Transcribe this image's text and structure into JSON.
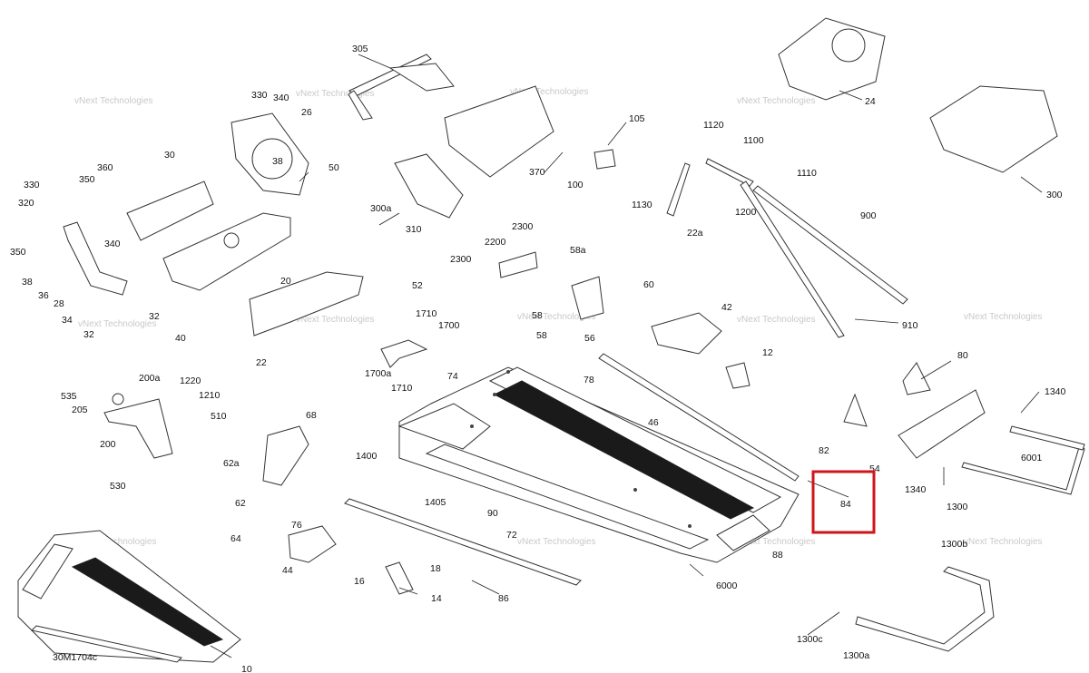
{
  "diagram_code": "30M1704c",
  "watermark": "vNext Technologies",
  "highlight_color": "#d0141b",
  "highlighted_part": "84",
  "labels": {
    "l305": "305",
    "l330a": "330",
    "l340a": "340",
    "l26": "26",
    "l38a": "38",
    "l50": "50",
    "l300a": "300a",
    "l310": "310",
    "l370": "370",
    "l105": "105",
    "l100": "100",
    "l24": "24",
    "l300": "300",
    "l1120": "1120",
    "l1100": "1100",
    "l1130": "1130",
    "l1110": "1110",
    "l1200": "1200",
    "l22a": "22a",
    "l900": "900",
    "l910": "910",
    "l30": "30",
    "l360": "360",
    "l350a": "350",
    "l330b": "330",
    "l320": "320",
    "l340b": "340",
    "l350b": "350",
    "l38b": "38",
    "l36": "36",
    "l28": "28",
    "l34": "34",
    "l32a": "32",
    "l32b": "32",
    "l40": "40",
    "l20": "20",
    "l52": "52",
    "l22": "22",
    "l2300a": "2300",
    "l2200": "2200",
    "l2300b": "2300",
    "l58a": "58a",
    "l60": "60",
    "l58b": "58",
    "l58c": "58",
    "l56": "56",
    "l42": "42",
    "l12": "12",
    "l1710a": "1710",
    "l1700": "1700",
    "l1700a": "1700a",
    "l1710b": "1710",
    "l535": "535",
    "l200a": "200a",
    "l1220": "1220",
    "l205": "205",
    "l1210": "1210",
    "l510": "510",
    "l200": "200",
    "l530": "530",
    "l68": "68",
    "l62a": "62a",
    "l62": "62",
    "l64": "64",
    "l74": "74",
    "l78": "78",
    "l46": "46",
    "l80": "80",
    "l82": "82",
    "l54": "54",
    "l1340a": "1340",
    "l1340b": "1340",
    "l6001": "6001",
    "l1300": "1300",
    "l84": "84",
    "l1400": "1400",
    "l1405": "1405",
    "l90": "90",
    "l72": "72",
    "l76": "76",
    "l44": "44",
    "l18": "18",
    "l16": "16",
    "l14": "14",
    "l86": "86",
    "l88": "88",
    "l6000": "6000",
    "l1300b": "1300b",
    "l1300c": "1300c",
    "l1300a": "1300a",
    "l10": "10"
  }
}
